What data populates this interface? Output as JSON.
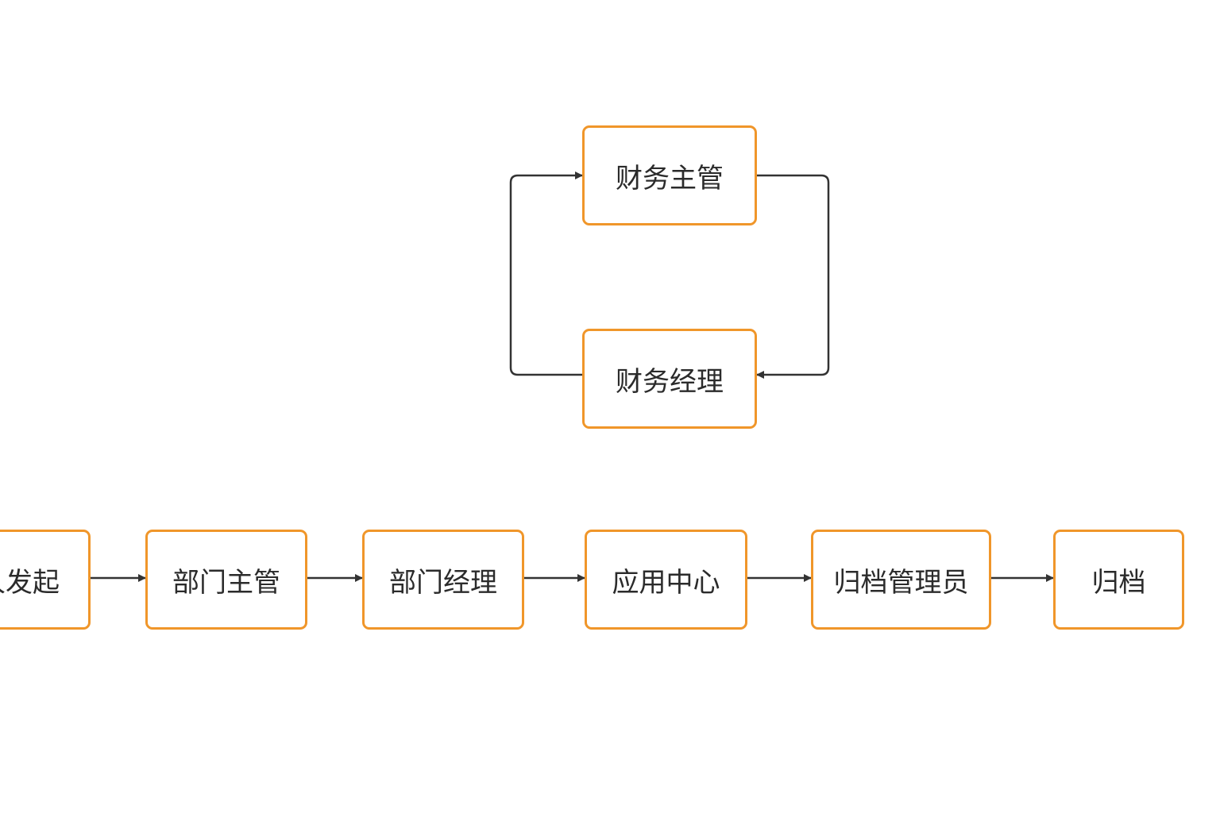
{
  "diagram": {
    "colors": {
      "node_border": "#f0962a",
      "node_text": "#2b2b2b",
      "connector": "#333333",
      "background": "#ffffff"
    },
    "nodes": {
      "finance_supervisor": "财务主管",
      "finance_manager": "财务经理",
      "applicant": "申请人发起",
      "dept_supervisor": "部门主管",
      "dept_manager": "部门经理",
      "app_center": "应用中心",
      "archive_admin": "归档管理员",
      "archive": "归档"
    },
    "edges": [
      {
        "from": "applicant",
        "to": "dept_supervisor"
      },
      {
        "from": "dept_supervisor",
        "to": "dept_manager"
      },
      {
        "from": "dept_manager",
        "to": "app_center"
      },
      {
        "from": "app_center",
        "to": "archive_admin"
      },
      {
        "from": "archive_admin",
        "to": "archive"
      },
      {
        "from": "finance_supervisor",
        "to": "finance_manager"
      },
      {
        "from": "finance_manager",
        "to": "finance_supervisor"
      }
    ]
  }
}
